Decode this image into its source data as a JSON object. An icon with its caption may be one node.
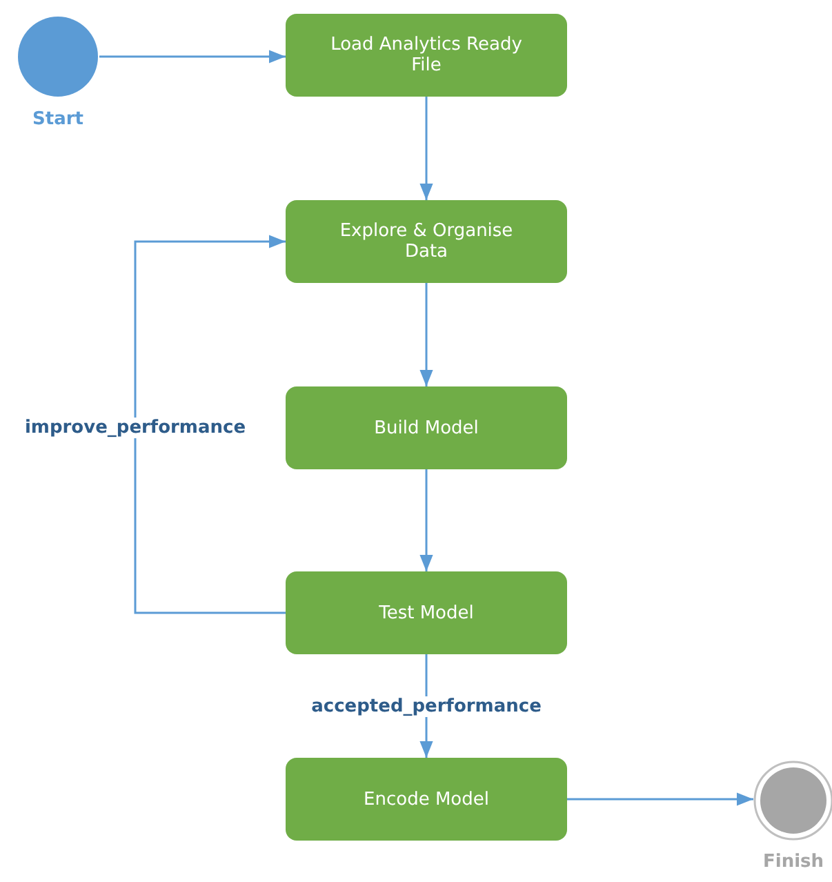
{
  "diagram": {
    "nodes": [
      {
        "text": [],
        "shape": "circle",
        "beside": [
          "Start"
        ]
      },
      {
        "text": [
          "Load Analytics Ready File"
        ]
      },
      {
        "text": [
          "Explore & Organise Data"
        ]
      },
      {
        "text": [
          "Build Model"
        ]
      },
      {
        "text": [
          "Test Model"
        ]
      },
      {
        "text": [
          "Encode Model"
        ]
      },
      {
        "text": [],
        "shape": "circle",
        "beside": [
          "Finish"
        ]
      }
    ],
    "edges": [
      {
        "from": 0,
        "to": 1,
        "arrow": "to"
      },
      {
        "from": 1,
        "to": 2,
        "arrow": "to"
      },
      {
        "from": 2,
        "to": 3,
        "arrow": "to"
      },
      {
        "from": 3,
        "to": 4,
        "arrow": "to"
      },
      {
        "from": 4,
        "to": 2,
        "arrow": "to",
        "label": "improve_performance"
      },
      {
        "from": 4,
        "to": 5,
        "arrow": "to",
        "label": "accepted_performance"
      },
      {
        "from": 5,
        "to": 6,
        "arrow": "to"
      }
    ]
  }
}
